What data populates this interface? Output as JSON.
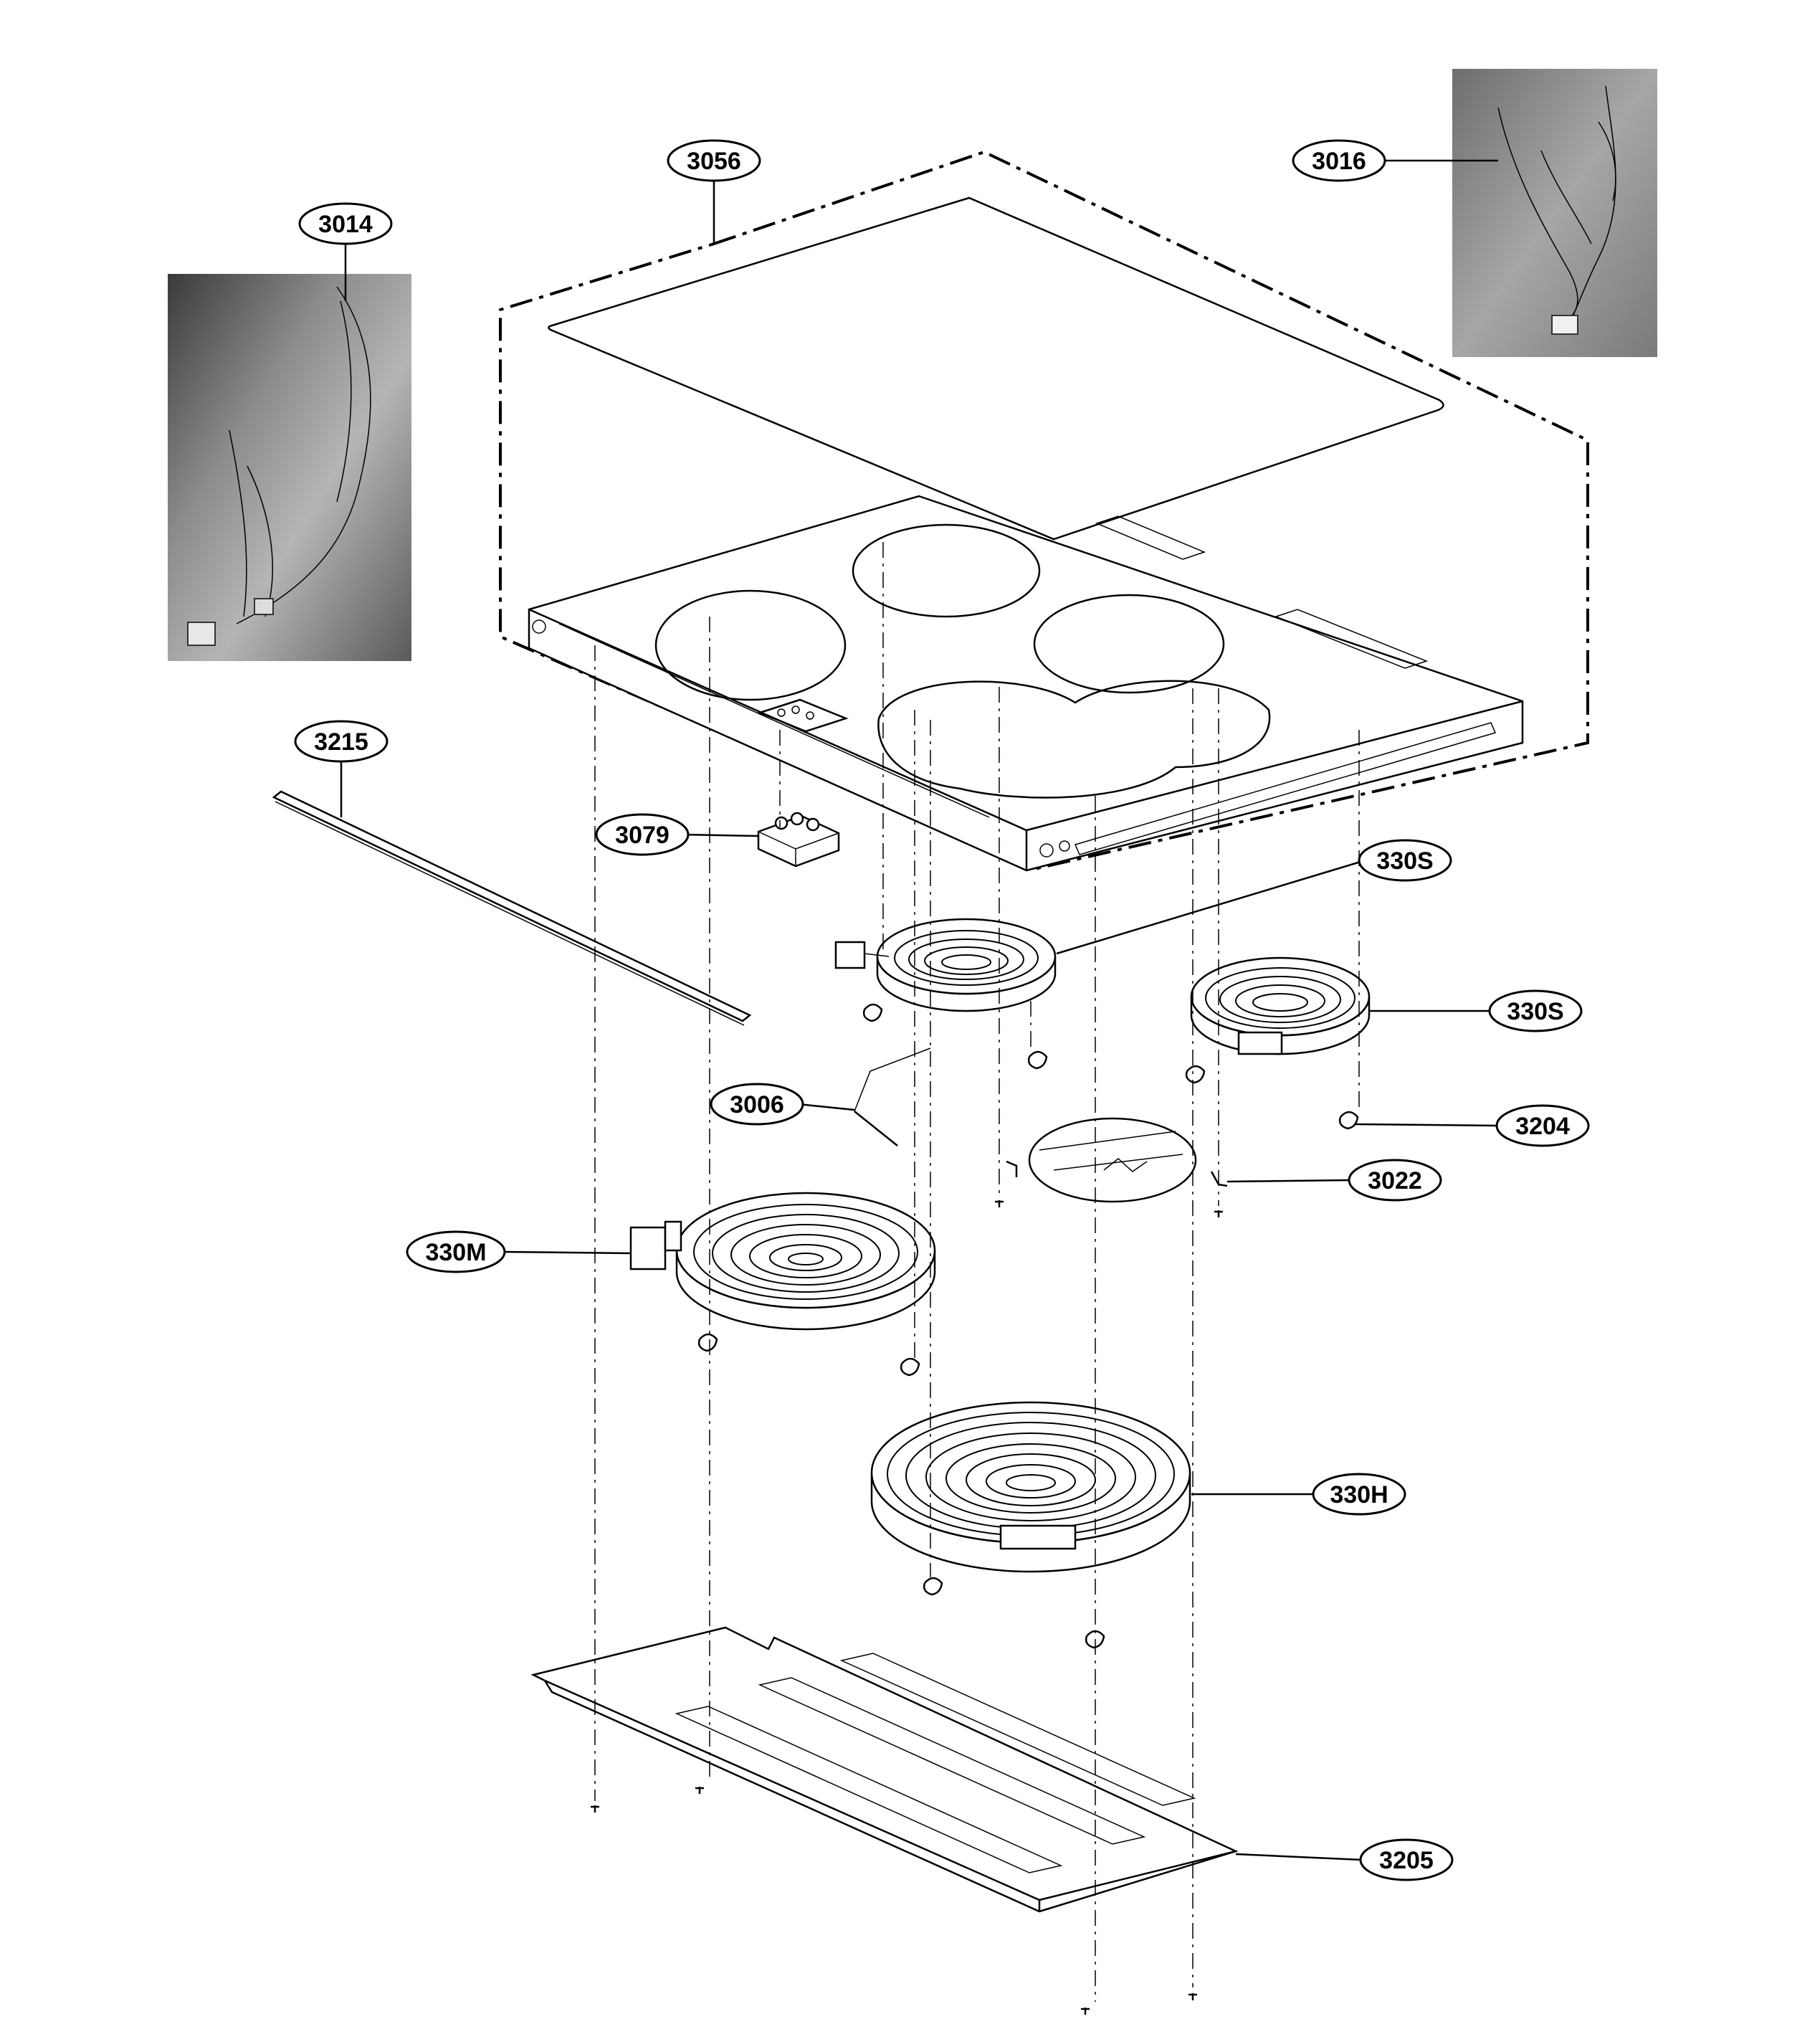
{
  "callouts": {
    "glass_top": "3056",
    "harness_left": "3014",
    "harness_right": "3016",
    "trim_strip": "3215",
    "terminal_block": "3079",
    "element_small_top": "330S",
    "element_small_right": "330S",
    "sensor": "3006",
    "clip": "3204",
    "bracket_plate": "3022",
    "element_medium": "330M",
    "element_large": "330H",
    "bottom_shield": "3205"
  }
}
